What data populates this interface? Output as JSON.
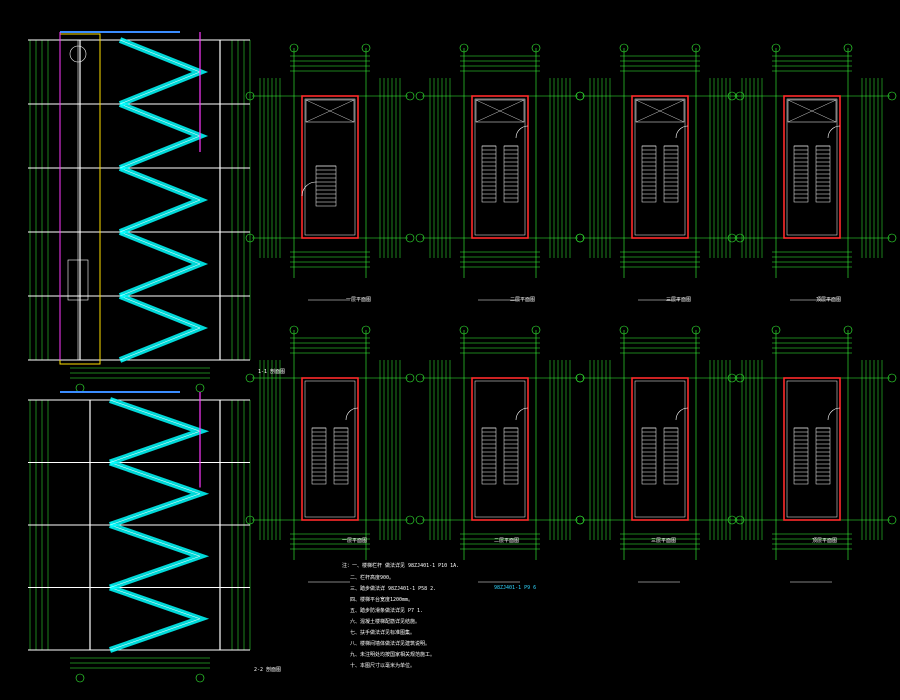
{
  "drawing": {
    "background": "#000000",
    "colors": {
      "dim": "#37ff37",
      "axis": "#37ff37",
      "wall": "#ff2a2a",
      "wall_fill": "#ffffff",
      "stair": "#00ffff",
      "text": "#ffffff",
      "magenta": "#ff3aff",
      "yellow": "#ffe000",
      "blue": "#3a8cff"
    }
  },
  "section_titles": [
    "1-1 剖面图",
    "2-2 剖面图"
  ],
  "plan_titles": [
    "一层平面图",
    "二层平面图",
    "三层平面图",
    "顶层平面图",
    "一层平面图",
    "二层平面图",
    "三层平面图",
    "顶层平面图"
  ],
  "notes": {
    "title": "注：一、楼梯栏杆 做法详见 98ZJ401-1 P10 1A.",
    "reference": "98ZJ401-1 P9 6",
    "items": [
      "二、栏杆高度900。",
      "三、踏步做法详 98ZJ401-1 P58 2.",
      "四、楼梯平台宽度1200mm。",
      "五、踏步防滑条做法详见 P7 1.",
      "六、混凝土楼梯配筋详见结施。",
      "七、扶手做法详见标准图集。",
      "八、楼梯间墙体做法详见建筑说明。",
      "九、未注明处均按国家相关规范施工。",
      "十、本图尺寸以毫米为单位。"
    ]
  }
}
